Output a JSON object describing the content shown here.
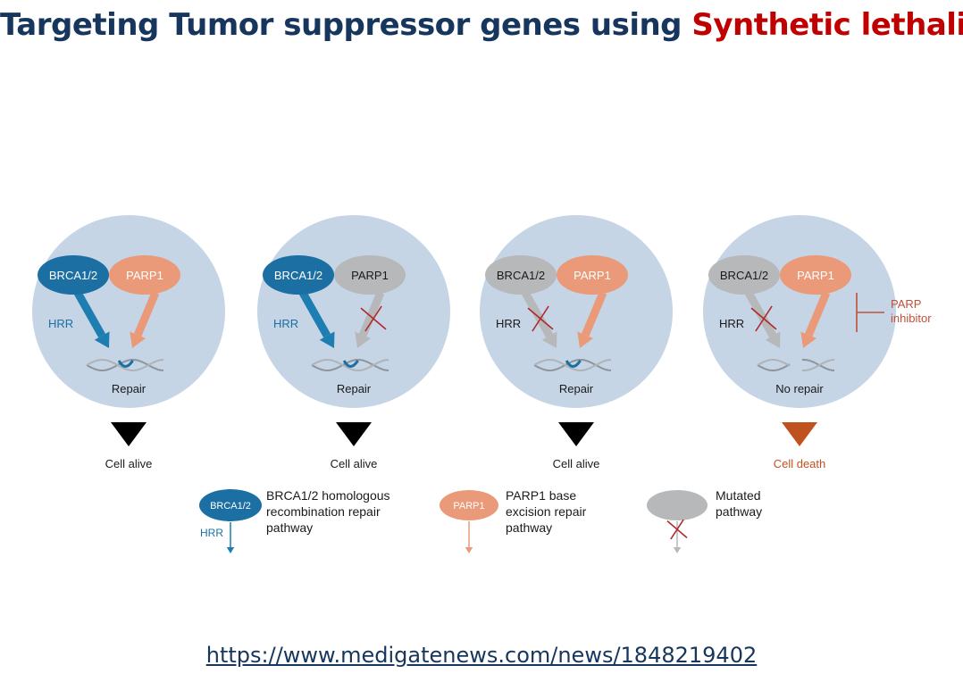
{
  "title": {
    "main": "Targeting Tumor suppressor genes using",
    "accent": "Synthetic lethality"
  },
  "colors": {
    "title_text": "#17365d",
    "title_accent": "#c00000",
    "cell_bg": "#c5d5e6",
    "brca": "#1b6fa3",
    "brca_arrow": "#1f7eb1",
    "parp": "#ea9a78",
    "mutated": "#b6b8ba",
    "cross": "#b0282b",
    "dark_text": "#1a1a1a",
    "death": "#c0521f",
    "inhibitor": "#c0503a"
  },
  "panels": [
    {
      "brca_label": "BRCA1/2",
      "parp_label": "PARP1",
      "hrr_label": "HRR",
      "dna_label": "Repair",
      "outcome": "Cell alive",
      "brca_mutated": false,
      "parp_mutated": false,
      "death": false
    },
    {
      "brca_label": "BRCA1/2",
      "parp_label": "PARP1",
      "hrr_label": "HRR",
      "dna_label": "Repair",
      "outcome": "Cell alive",
      "brca_mutated": false,
      "parp_mutated": true,
      "death": false
    },
    {
      "brca_label": "BRCA1/2",
      "parp_label": "PARP1",
      "hrr_label": "HRR",
      "dna_label": "Repair",
      "outcome": "Cell alive",
      "brca_mutated": true,
      "parp_mutated": false,
      "death": false
    },
    {
      "brca_label": "BRCA1/2",
      "parp_label": "PARP1",
      "hrr_label": "HRR",
      "dna_label": "No repair",
      "outcome": "Cell death",
      "brca_mutated": true,
      "parp_mutated": false,
      "death": true,
      "inhibitor_label": [
        "PARP",
        "inhibitor"
      ]
    }
  ],
  "legend": [
    {
      "key": "brca",
      "oval_label": "BRCA1/2",
      "sub_label": "HRR",
      "text": [
        "BRCA1/2 homologous",
        "recombination repair",
        "pathway"
      ]
    },
    {
      "key": "parp",
      "oval_label": "PARP1",
      "text": [
        "PARP1 base",
        "excision repair",
        "pathway"
      ]
    },
    {
      "key": "mutated",
      "text": [
        "Mutated",
        "pathway"
      ]
    }
  ],
  "source_url": "https://www.medigatenews.com/news/1848219402"
}
